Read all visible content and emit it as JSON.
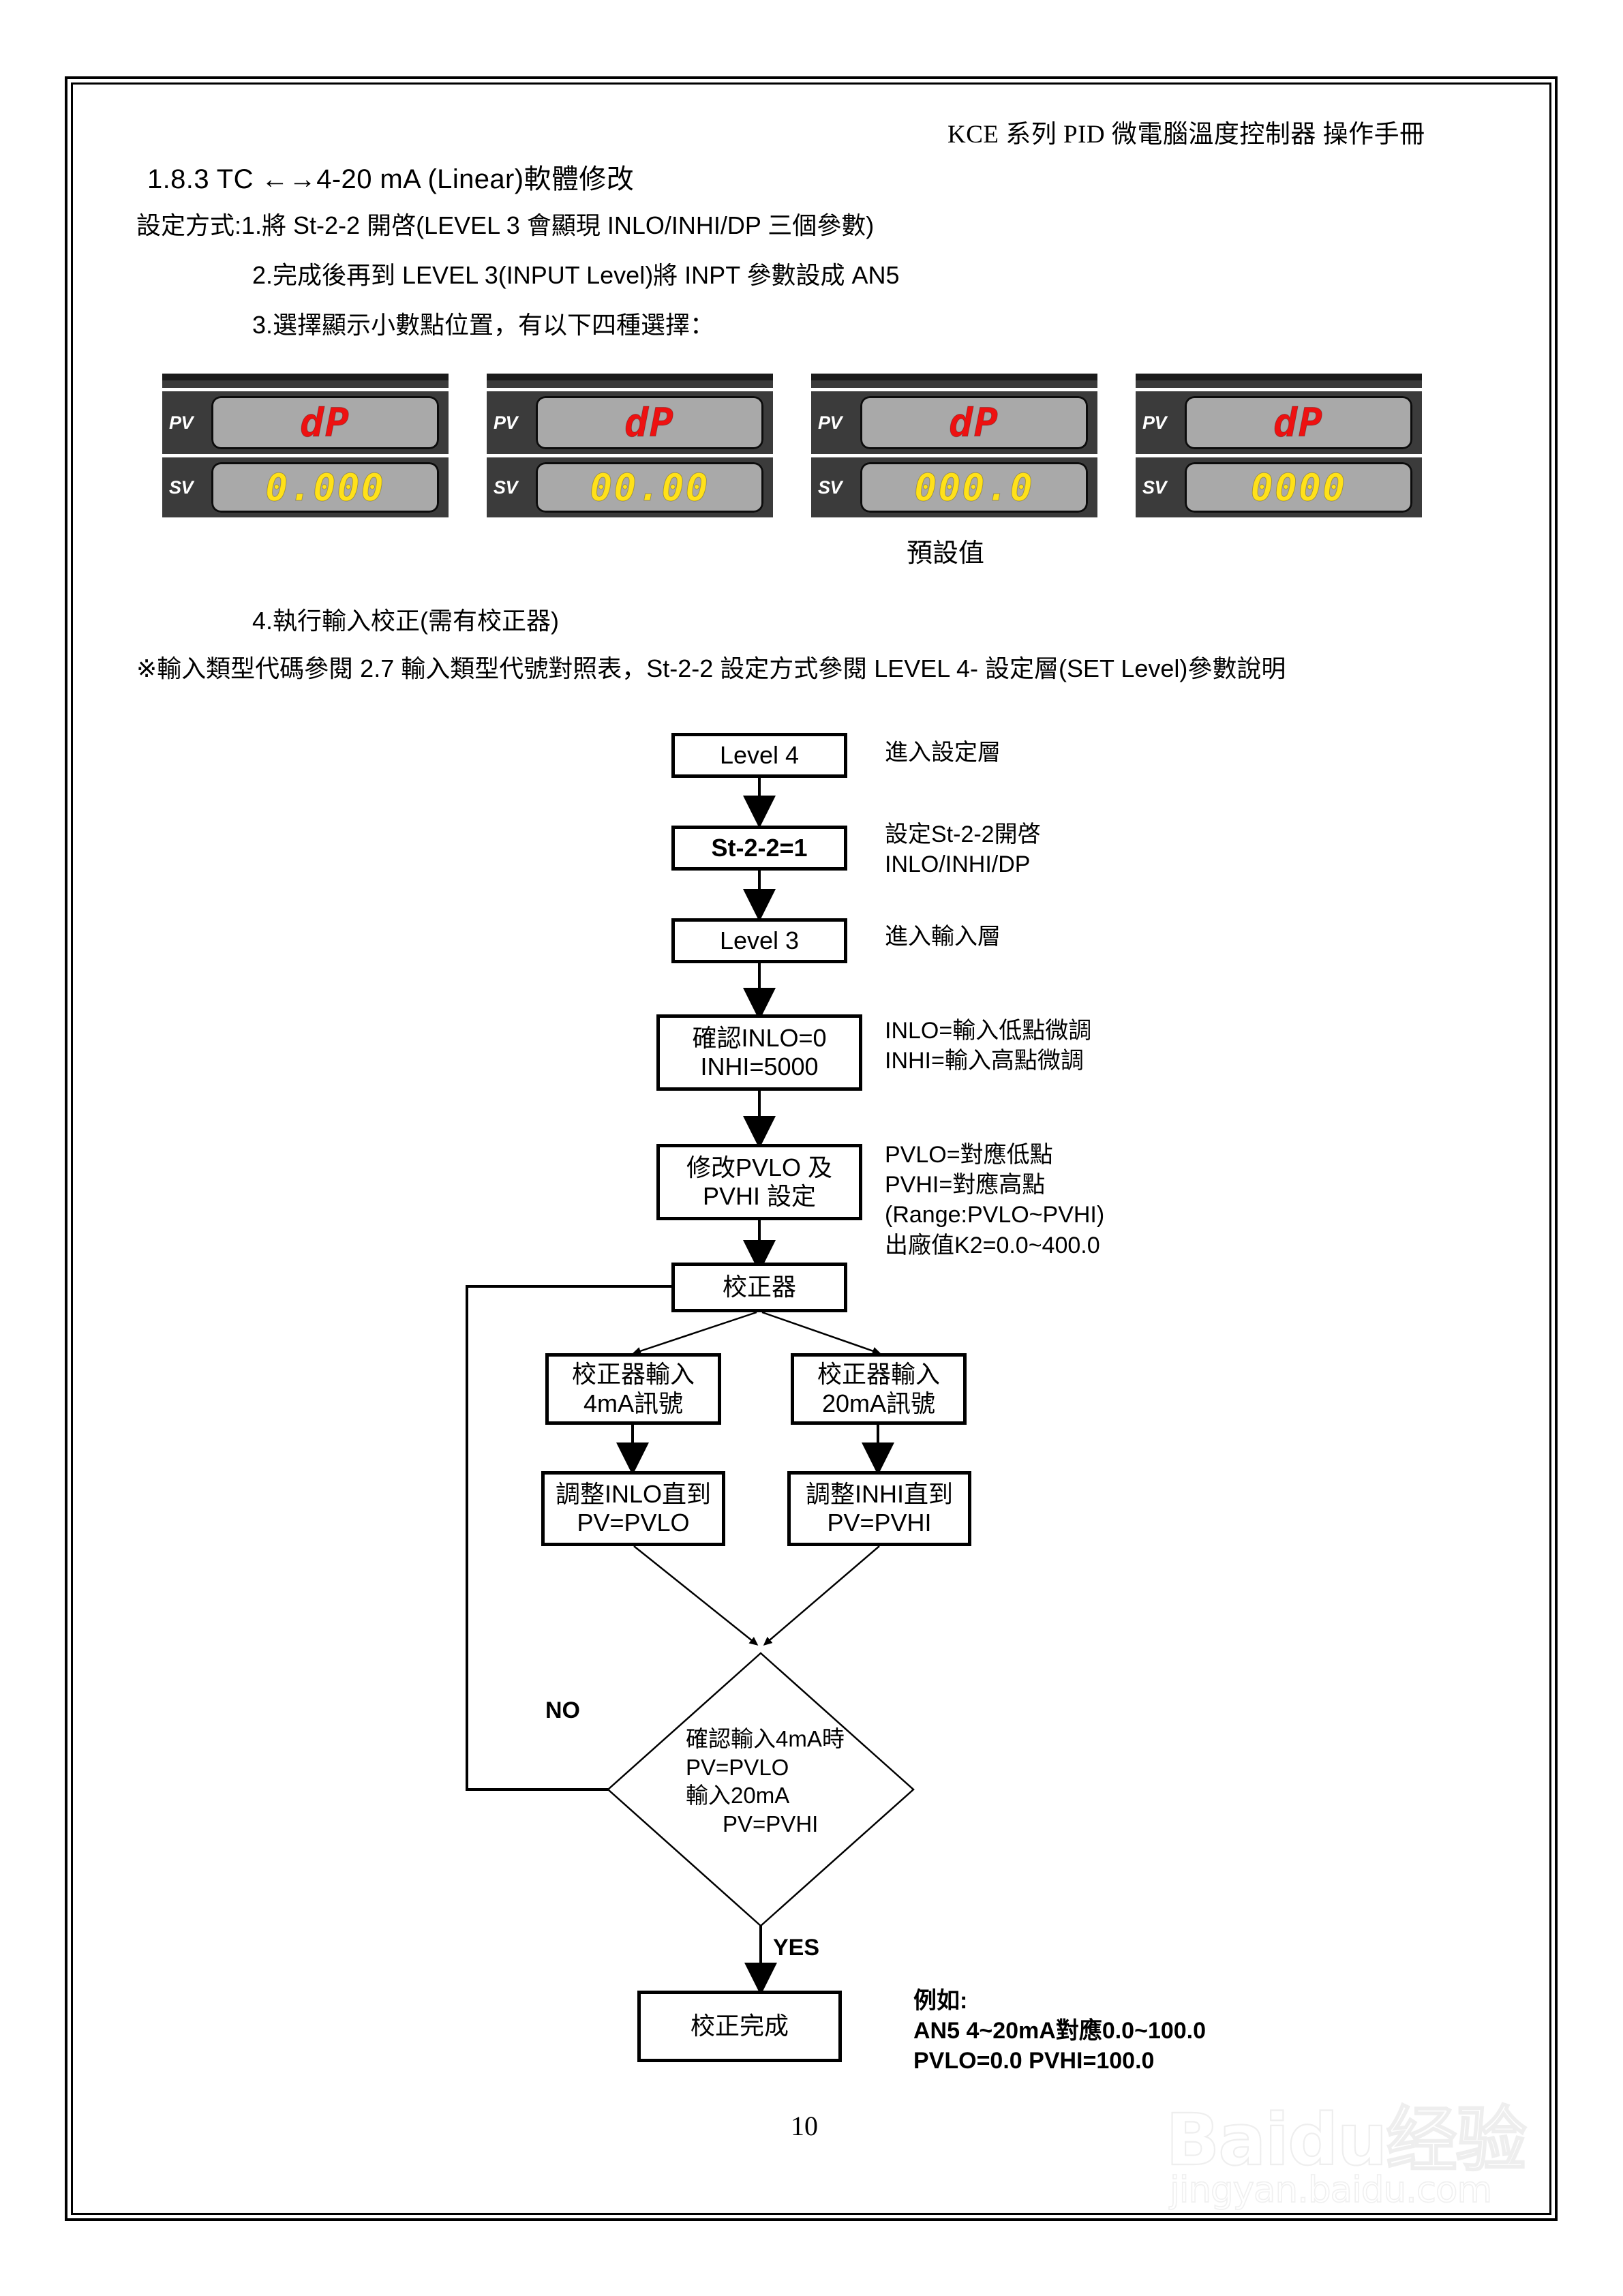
{
  "header": {
    "title": "KCE 系列 PID 微電腦溫度控制器 操作手冊"
  },
  "section": {
    "number_title": "1.8.3    TC ←→4-20 mA (Linear)軟體修改",
    "steps": [
      "設定方式:1.將 St-2-2 開啓(LEVEL 3 會顯現 INLO/INHI/DP 三個參數)",
      "2.完成後再到 LEVEL 3(INPUT Level)將 INPT 參數設成 AN5",
      "3.選擇顯示小數點位置，有以下四種選擇：",
      "4.執行輸入校正(需有校正器)"
    ],
    "note": "※輸入類型代碼參閱 2.7 輸入類型代號對照表，St-2-2 設定方式參閱 LEVEL 4-  設定層(SET Level)參數說明"
  },
  "panels": {
    "pv_label": "PV",
    "sv_label": "SV",
    "pv_text": "dP",
    "default_caption": "預設值",
    "items": [
      {
        "sv_value": "0.000"
      },
      {
        "sv_value": "00.00"
      },
      {
        "sv_value": "000.0"
      },
      {
        "sv_value": "0000"
      }
    ]
  },
  "flowchart": {
    "nodes": {
      "level4": "Level 4",
      "st22": "St-2-2=1",
      "level3": "Level 3",
      "confirm_inlo_l1": "確認INLO=0",
      "confirm_inlo_l2": "INHI=5000",
      "modify_pvlo_l1": "修改PVLO 及",
      "modify_pvlo_l2": "PVHI 設定",
      "calibrator": "校正器",
      "cal_in_4ma_l1": "校正器輸入",
      "cal_in_4ma_l2": "4mA訊號",
      "cal_in_20ma_l1": "校正器輸入",
      "cal_in_20ma_l2": "20mA訊號",
      "adj_inlo_l1": "調整INLO直到",
      "adj_inlo_l2": "PV=PVLO",
      "adj_inhi_l1": "調整INHI直到",
      "adj_inhi_l2": "PV=PVHI",
      "decision_l1": "確認輸入4mA時",
      "decision_l2": "PV=PVLO",
      "decision_l3": "輸入20mA",
      "decision_l4": "PV=PVHI",
      "done": "校正完成"
    },
    "edge_labels": {
      "no": "NO",
      "yes": "YES"
    },
    "annotations": {
      "level4_note": "進入設定層",
      "st22_note_l1": "設定St-2-2開啓",
      "st22_note_l2": "INLO/INHI/DP",
      "level3_note": "進入輸入層",
      "inlo_note_l1": "INLO=輸入低點微調",
      "inlo_note_l2": "INHI=輸入高點微調",
      "pvlo_note_l1": "PVLO=對應低點",
      "pvlo_note_l2": "PVHI=對應高點",
      "pvlo_note_l3": "(Range:PVLO~PVHI)",
      "pvlo_note_l4": "出廠值K2=0.0~400.0",
      "example_l1": "例如:",
      "example_l2": "AN5 4~20mA對應0.0~100.0",
      "example_l3": "PVLO=0.0   PVHI=100.0"
    }
  },
  "footer": {
    "page_number": "10"
  },
  "watermark": {
    "main": "Baidu经验",
    "sub": "jingyan.baidu.com"
  },
  "colors": {
    "panel_body": "#3b3b3b",
    "lcd_background": "#a9a9a9",
    "pv_red": "#ee1111",
    "sv_yellow": "#ffe11a",
    "rule": "#000000"
  }
}
